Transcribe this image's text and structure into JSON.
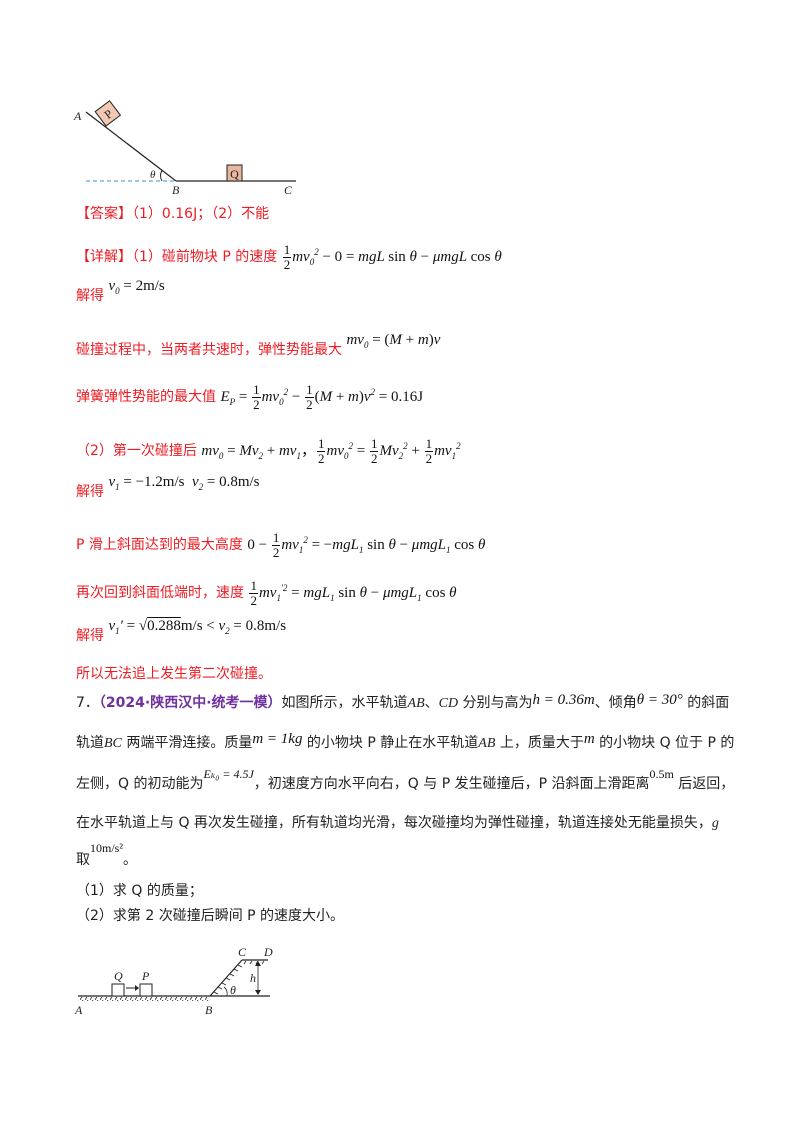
{
  "diagram1": {
    "labels": {
      "A": "A",
      "B": "B",
      "C": "C",
      "P": "P",
      "Q": "Q",
      "theta": "θ"
    },
    "block_color": "#f2c8b4"
  },
  "answer": {
    "tag": "【答案】",
    "text": "（1）0.16J；（2）不能"
  },
  "detail": {
    "tag": "【详解】",
    "line1_text": "（1）碰前物块 P 的速度",
    "line1_formula": "½mv₀² − 0 = mgL sin θ − μmgL cos θ",
    "line2_label": "解得",
    "line2_formula": "v₀ = 2m/s",
    "line3_text": "碰撞过程中，当两者共速时，弹性势能最大",
    "line3_formula": "mv₀ = (M + m)v",
    "line4_text": "弹簧弹性势能的最大值",
    "line4_formula": "Eₚ = ½mv₀² − ½(M + m)v² = 0.16J",
    "line5_text": "（2）第一次碰撞后",
    "line5_formula": "mv₀ = Mv₂ + mv₁，½mv₀² = ½Mv₂² + ½mv₁²",
    "line6_label": "解得",
    "line6_formula": "v₁ = −1.2m/s  v₂ = 0.8m/s",
    "line7_text": "P 滑上斜面达到的最大高度",
    "line7_formula": "0 − ½mv₁² = −mgL₁ sin θ − μmgL₁ cos θ",
    "line8_text": "再次回到斜面低端时，速度",
    "line8_formula": "½mv₁′² = mgL₁ sin θ − μmgL₁ cos θ",
    "line9_label": "解得",
    "line9_formula": "v₁′ = √0.288m/s < v₂ = 0.8m/s",
    "conclusion": "所以无法追上发生第二次碰撞。"
  },
  "question7": {
    "number": "7．",
    "source": "（2024·陕西汉中·统考一模）",
    "p1_a": "如图所示，水平轨道",
    "p1_ab": "AB",
    "p1_b": "、",
    "p1_cd": "CD",
    "p1_c": " 分别与高为",
    "p1_h": "h = 0.36m",
    "p1_d": "、倾角",
    "p1_theta": "θ = 30°",
    "p1_e": " 的斜面",
    "p2_a": "轨道",
    "p2_bc": "BC",
    "p2_b": " 两端平滑连接。质量",
    "p2_m": "m = 1kg",
    "p2_c": " 的小物块 P 静止在水平轨道",
    "p2_ab": "AB",
    "p2_d": " 上，质量大于",
    "p2_m2": "m",
    "p2_e": " 的小物块 Q 位于 P 的",
    "p3_a": "左侧，Q 的初动能为",
    "p3_ek": "Eₖ₀ = 4.5J",
    "p3_b": "，初速度方向水平向右，Q 与 P 发生碰撞后，P 沿斜面上滑距离",
    "p3_dist": "0.5m",
    "p3_c": " 后返回，",
    "p4": "在水平轨道上与 Q 再次发生碰撞，所有轨道均光滑，每次碰撞均为弹性碰撞，轨道连接处无能量损失，",
    "p4_g": "g",
    "p5_a": "取",
    "p5_g": "10m/s²",
    "p5_b": "。",
    "sub1": "（1）求 Q 的质量；",
    "sub2": "（2）求第 2 次碰撞后瞬间 P 的速度大小。"
  },
  "diagram2": {
    "labels": {
      "A": "A",
      "B": "B",
      "C": "C",
      "D": "D",
      "P": "P",
      "Q": "Q",
      "h": "h",
      "theta": "θ"
    }
  }
}
